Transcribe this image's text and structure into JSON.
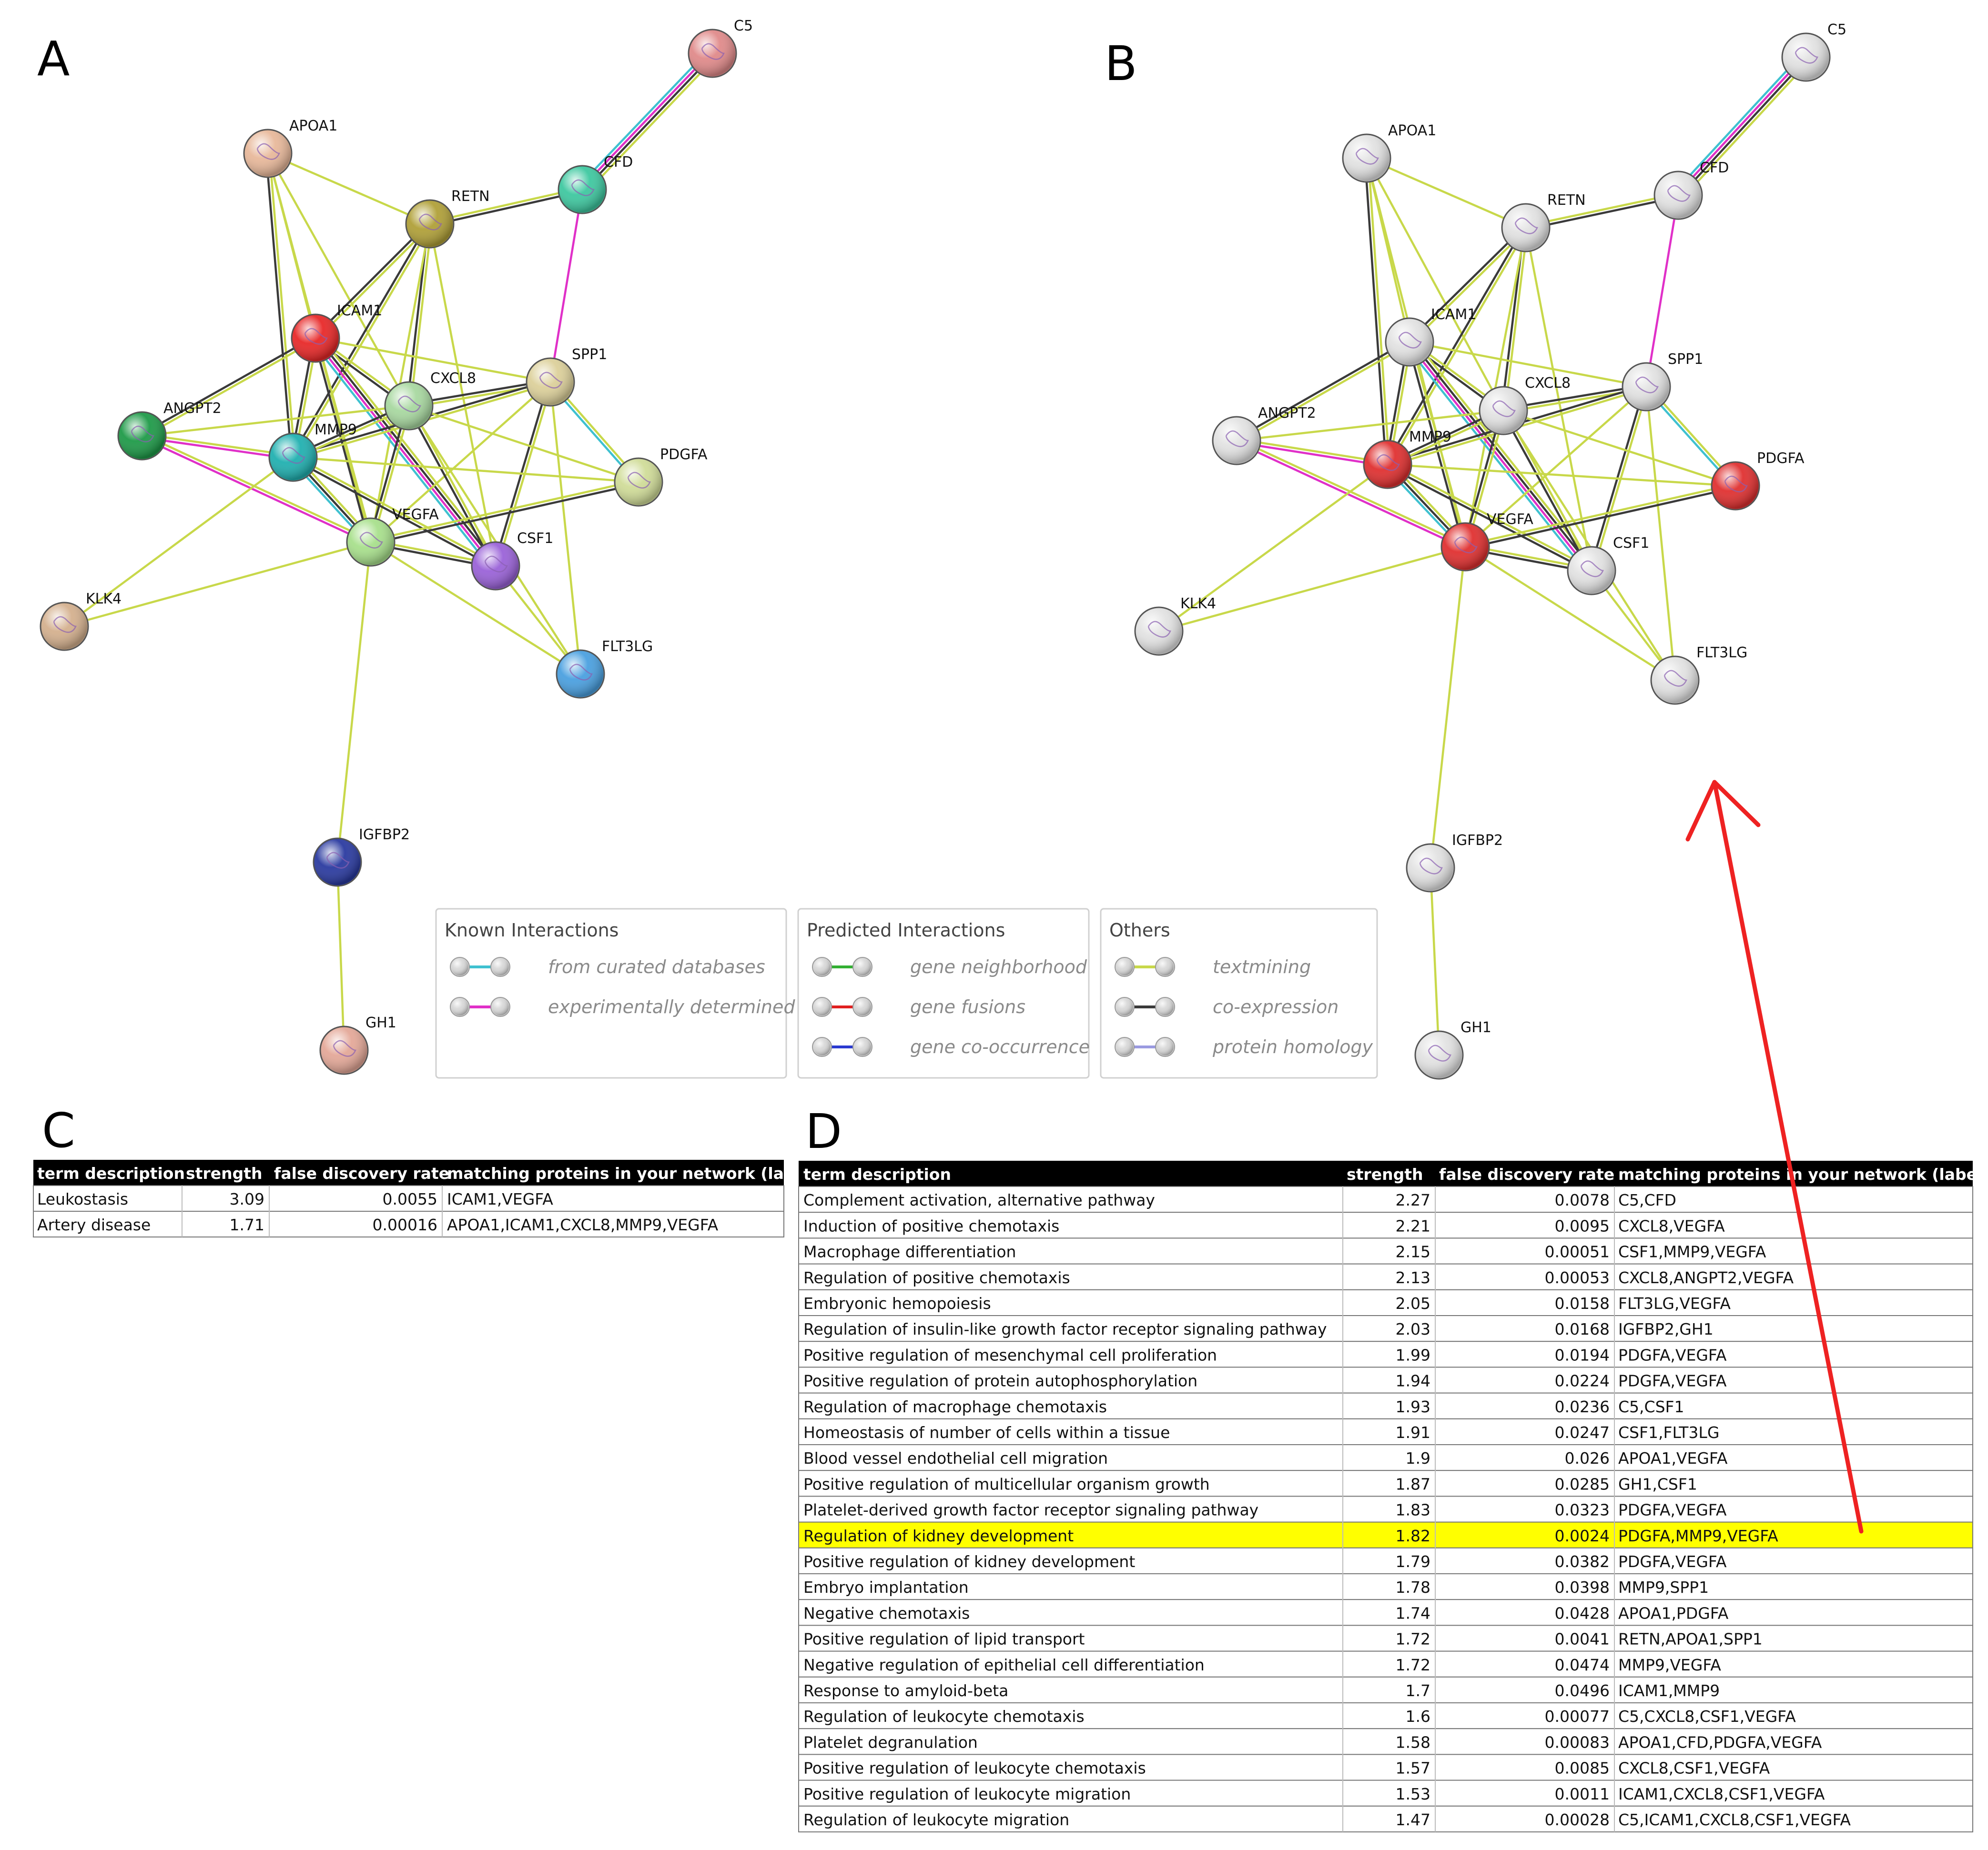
{
  "panels": {
    "a": "A",
    "b": "B",
    "c": "C",
    "d": "D"
  },
  "colors": {
    "textmining": "#c8d84a",
    "coexpression": "#3a3a3a",
    "curated": "#3fc1d0",
    "experimental": "#e030c8",
    "neighborhood": "#33b033",
    "fusion": "#e02020",
    "cooccurrence": "#2a3ad0",
    "homology": "#9a9ae0",
    "highlight": "#ffff00",
    "arrow": "#ee2222",
    "grey_node": "#e2e2e2",
    "red_node": "#e03030"
  },
  "network": {
    "nodes": [
      {
        "id": "C5",
        "label": "C5",
        "color": "#e08a8a",
        "highlighted": false
      },
      {
        "id": "APOA1",
        "label": "APOA1",
        "color": "#e8b89a",
        "highlighted": false
      },
      {
        "id": "CFD",
        "label": "CFD",
        "color": "#3ec8a0",
        "highlighted": false
      },
      {
        "id": "RETN",
        "label": "RETN",
        "color": "#b0a038",
        "highlighted": false
      },
      {
        "id": "ICAM1",
        "label": "ICAM1",
        "color": "#e82828",
        "highlighted": false
      },
      {
        "id": "SPP1",
        "label": "SPP1",
        "color": "#dcd09a",
        "highlighted": false
      },
      {
        "id": "CXCL8",
        "label": "CXCL8",
        "color": "#a8d8a0",
        "highlighted": false
      },
      {
        "id": "ANGPT2",
        "label": "ANGPT2",
        "color": "#1e9a48",
        "highlighted": false
      },
      {
        "id": "MMP9",
        "label": "MMP9",
        "color": "#20b0b0",
        "highlighted": true
      },
      {
        "id": "PDGFA",
        "label": "PDGFA",
        "color": "#d0dc98",
        "highlighted": true
      },
      {
        "id": "VEGFA",
        "label": "VEGFA",
        "color": "#a8e08c",
        "highlighted": true
      },
      {
        "id": "CSF1",
        "label": "CSF1",
        "color": "#9a62d8",
        "highlighted": false
      },
      {
        "id": "KLK4",
        "label": "KLK4",
        "color": "#d4b08e",
        "highlighted": false
      },
      {
        "id": "FLT3LG",
        "label": "FLT3LG",
        "color": "#4aa0e0",
        "highlighted": false
      },
      {
        "id": "IGFBP2",
        "label": "IGFBP2",
        "color": "#2a3aa0",
        "highlighted": false
      },
      {
        "id": "GH1",
        "label": "GH1",
        "color": "#e4a898",
        "highlighted": false
      }
    ],
    "edges": [
      {
        "s": "C5",
        "t": "CFD",
        "types": [
          "textmining",
          "coexpression",
          "experimental",
          "curated"
        ]
      },
      {
        "s": "APOA1",
        "t": "RETN",
        "types": [
          "textmining"
        ]
      },
      {
        "s": "APOA1",
        "t": "ICAM1",
        "types": [
          "textmining"
        ]
      },
      {
        "s": "APOA1",
        "t": "MMP9",
        "types": [
          "textmining",
          "coexpression"
        ]
      },
      {
        "s": "APOA1",
        "t": "CXCL8",
        "types": [
          "textmining"
        ]
      },
      {
        "s": "APOA1",
        "t": "VEGFA",
        "types": [
          "textmining"
        ]
      },
      {
        "s": "RETN",
        "t": "CFD",
        "types": [
          "textmining",
          "coexpression"
        ]
      },
      {
        "s": "RETN",
        "t": "ICAM1",
        "types": [
          "textmining",
          "coexpression"
        ]
      },
      {
        "s": "RETN",
        "t": "CXCL8",
        "types": [
          "textmining",
          "coexpression"
        ]
      },
      {
        "s": "RETN",
        "t": "MMP9",
        "types": [
          "textmining",
          "coexpression"
        ]
      },
      {
        "s": "RETN",
        "t": "VEGFA",
        "types": [
          "textmining"
        ]
      },
      {
        "s": "RETN",
        "t": "CSF1",
        "types": [
          "textmining"
        ]
      },
      {
        "s": "CFD",
        "t": "SPP1",
        "types": [
          "experimental"
        ]
      },
      {
        "s": "ICAM1",
        "t": "CXCL8",
        "types": [
          "textmining",
          "coexpression"
        ]
      },
      {
        "s": "ICAM1",
        "t": "MMP9",
        "types": [
          "textmining",
          "coexpression"
        ]
      },
      {
        "s": "ICAM1",
        "t": "VEGFA",
        "types": [
          "textmining",
          "coexpression"
        ]
      },
      {
        "s": "ICAM1",
        "t": "CSF1",
        "types": [
          "textmining",
          "coexpression",
          "experimental",
          "curated"
        ]
      },
      {
        "s": "ICAM1",
        "t": "ANGPT2",
        "types": [
          "textmining",
          "coexpression"
        ]
      },
      {
        "s": "ICAM1",
        "t": "SPP1",
        "types": [
          "textmining"
        ]
      },
      {
        "s": "SPP1",
        "t": "CXCL8",
        "types": [
          "textmining",
          "coexpression"
        ]
      },
      {
        "s": "SPP1",
        "t": "MMP9",
        "types": [
          "textmining",
          "coexpression"
        ]
      },
      {
        "s": "SPP1",
        "t": "PDGFA",
        "types": [
          "textmining",
          "curated"
        ]
      },
      {
        "s": "SPP1",
        "t": "CSF1",
        "types": [
          "textmining",
          "coexpression"
        ]
      },
      {
        "s": "SPP1",
        "t": "VEGFA",
        "types": [
          "textmining"
        ]
      },
      {
        "s": "SPP1",
        "t": "FLT3LG",
        "types": [
          "textmining"
        ]
      },
      {
        "s": "CXCL8",
        "t": "MMP9",
        "types": [
          "textmining",
          "coexpression"
        ]
      },
      {
        "s": "CXCL8",
        "t": "VEGFA",
        "types": [
          "textmining",
          "coexpression"
        ]
      },
      {
        "s": "CXCL8",
        "t": "CSF1",
        "types": [
          "textmining",
          "coexpression"
        ]
      },
      {
        "s": "CXCL8",
        "t": "ANGPT2",
        "types": [
          "textmining"
        ]
      },
      {
        "s": "CXCL8",
        "t": "PDGFA",
        "types": [
          "textmining"
        ]
      },
      {
        "s": "CXCL8",
        "t": "FLT3LG",
        "types": [
          "textmining"
        ]
      },
      {
        "s": "ANGPT2",
        "t": "MMP9",
        "types": [
          "textmining",
          "experimental"
        ]
      },
      {
        "s": "ANGPT2",
        "t": "VEGFA",
        "types": [
          "textmining",
          "experimental"
        ]
      },
      {
        "s": "MMP9",
        "t": "VEGFA",
        "types": [
          "textmining",
          "coexpression",
          "curated"
        ]
      },
      {
        "s": "MMP9",
        "t": "CSF1",
        "types": [
          "textmining",
          "coexpression"
        ]
      },
      {
        "s": "MMP9",
        "t": "KLK4",
        "types": [
          "textmining"
        ]
      },
      {
        "s": "MMP9",
        "t": "PDGFA",
        "types": [
          "textmining"
        ]
      },
      {
        "s": "VEGFA",
        "t": "CSF1",
        "types": [
          "textmining",
          "coexpression"
        ]
      },
      {
        "s": "VEGFA",
        "t": "PDGFA",
        "types": [
          "textmining",
          "coexpression"
        ]
      },
      {
        "s": "VEGFA",
        "t": "KLK4",
        "types": [
          "textmining"
        ]
      },
      {
        "s": "VEGFA",
        "t": "FLT3LG",
        "types": [
          "textmining"
        ]
      },
      {
        "s": "VEGFA",
        "t": "IGFBP2",
        "types": [
          "textmining"
        ]
      },
      {
        "s": "CSF1",
        "t": "FLT3LG",
        "types": [
          "textmining"
        ]
      },
      {
        "s": "IGFBP2",
        "t": "GH1",
        "types": [
          "textmining"
        ]
      }
    ]
  },
  "legend": {
    "groups": [
      {
        "title": "Known Interactions",
        "items": [
          {
            "label": "from curated databases",
            "color": "#3fc1d0"
          },
          {
            "label": "experimentally determined",
            "color": "#e030c8"
          }
        ]
      },
      {
        "title": "Predicted Interactions",
        "items": [
          {
            "label": "gene neighborhood",
            "color": "#33b033"
          },
          {
            "label": "gene fusions",
            "color": "#e02020"
          },
          {
            "label": "gene co-occurrence",
            "color": "#2a3ad0"
          }
        ]
      },
      {
        "title": "Others",
        "items": [
          {
            "label": "textmining",
            "color": "#c8d84a"
          },
          {
            "label": "co-expression",
            "color": "#3a3a3a"
          },
          {
            "label": "protein homology",
            "color": "#9a9ae0"
          }
        ]
      }
    ]
  },
  "table_c": {
    "headers": [
      "term description",
      "strength",
      "false discovery rate",
      "matching proteins in your network (labels)"
    ],
    "rows": [
      [
        "Leukostasis",
        "3.09",
        "0.0055",
        "ICAM1,VEGFA"
      ],
      [
        "Artery disease",
        "1.71",
        "0.00016",
        "APOA1,ICAM1,CXCL8,MMP9,VEGFA"
      ]
    ]
  },
  "table_d": {
    "headers": [
      "term description",
      "strength",
      "false discovery rate",
      "matching proteins in your network (labels)"
    ],
    "highlight_row": 13,
    "rows": [
      [
        "Complement activation, alternative pathway",
        "2.27",
        "0.0078",
        "C5,CFD"
      ],
      [
        "Induction of positive chemotaxis",
        "2.21",
        "0.0095",
        "CXCL8,VEGFA"
      ],
      [
        "Macrophage differentiation",
        "2.15",
        "0.00051",
        "CSF1,MMP9,VEGFA"
      ],
      [
        "Regulation of positive chemotaxis",
        "2.13",
        "0.00053",
        "CXCL8,ANGPT2,VEGFA"
      ],
      [
        "Embryonic hemopoiesis",
        "2.05",
        "0.0158",
        "FLT3LG,VEGFA"
      ],
      [
        "Regulation of insulin-like growth factor receptor signaling pathway",
        "2.03",
        "0.0168",
        "IGFBP2,GH1"
      ],
      [
        "Positive regulation of mesenchymal cell proliferation",
        "1.99",
        "0.0194",
        "PDGFA,VEGFA"
      ],
      [
        "Positive regulation of protein autophosphorylation",
        "1.94",
        "0.0224",
        "PDGFA,VEGFA"
      ],
      [
        "Regulation of macrophage chemotaxis",
        "1.93",
        "0.0236",
        "C5,CSF1"
      ],
      [
        "Homeostasis of number of cells within a tissue",
        "1.91",
        "0.0247",
        "CSF1,FLT3LG"
      ],
      [
        "Blood vessel endothelial cell migration",
        "1.9",
        "0.026",
        "APOA1,VEGFA"
      ],
      [
        "Positive regulation of multicellular organism growth",
        "1.87",
        "0.0285",
        "GH1,CSF1"
      ],
      [
        "Platelet-derived growth factor receptor signaling pathway",
        "1.83",
        "0.0323",
        "PDGFA,VEGFA"
      ],
      [
        "Regulation of kidney development",
        "1.82",
        "0.0024",
        "PDGFA,MMP9,VEGFA"
      ],
      [
        "Positive regulation of kidney development",
        "1.79",
        "0.0382",
        "PDGFA,VEGFA"
      ],
      [
        "Embryo implantation",
        "1.78",
        "0.0398",
        "MMP9,SPP1"
      ],
      [
        "Negative chemotaxis",
        "1.74",
        "0.0428",
        "APOA1,PDGFA"
      ],
      [
        "Positive regulation of lipid transport",
        "1.72",
        "0.0041",
        "RETN,APOA1,SPP1"
      ],
      [
        "Negative regulation of epithelial cell differentiation",
        "1.72",
        "0.0474",
        "MMP9,VEGFA"
      ],
      [
        "Response to amyloid-beta",
        "1.7",
        "0.0496",
        "ICAM1,MMP9"
      ],
      [
        "Regulation of leukocyte chemotaxis",
        "1.6",
        "0.00077",
        "C5,CXCL8,CSF1,VEGFA"
      ],
      [
        "Platelet degranulation",
        "1.58",
        "0.00083",
        "APOA1,CFD,PDGFA,VEGFA"
      ],
      [
        "Positive regulation of leukocyte chemotaxis",
        "1.57",
        "0.0085",
        "CXCL8,CSF1,VEGFA"
      ],
      [
        "Positive regulation of leukocyte migration",
        "1.53",
        "0.0011",
        "ICAM1,CXCL8,CSF1,VEGFA"
      ],
      [
        "Regulation of leukocyte migration",
        "1.47",
        "0.00028",
        "C5,ICAM1,CXCL8,CSF1,VEGFA"
      ]
    ]
  }
}
